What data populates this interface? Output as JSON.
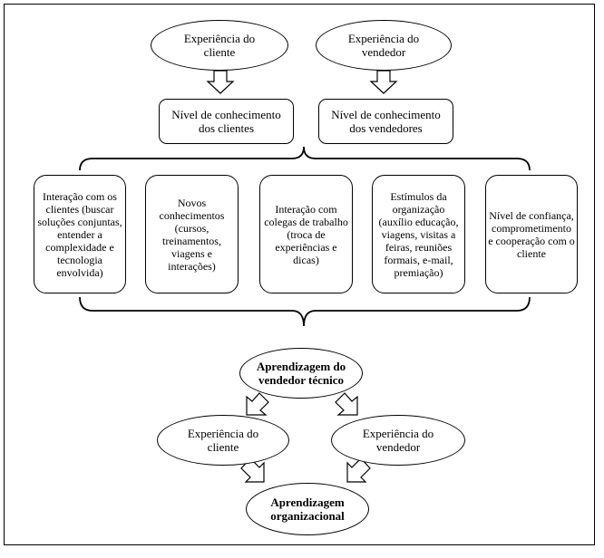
{
  "diagram": {
    "top": {
      "client_experience": "Experiência do cliente",
      "seller_experience": "Experiência do vendedor",
      "client_knowledge": "Nível de conhecimento dos clientes",
      "seller_knowledge": "Nível de conhecimento dos vendedores"
    },
    "factors": [
      "Interação com os clientes (buscar soluções conjuntas, entender a complexidade e tecnologia envolvida)",
      "Novos conhecimentos (cursos, treinamentos, viagens e interações)",
      "Interação com colegas de trabalho (troca de experiências e dicas)",
      "Estímulos da organização (auxílio educação, viagens, visitas a feiras, reuniões formais, e-mail, premiação)",
      "Nível de confiança, comprometimento e cooperação com o cliente"
    ],
    "bottom": {
      "technical_learning": "Aprendizagem do vendedor técnico",
      "client_experience": "Experiência do cliente",
      "seller_experience": "Experiência do vendedor",
      "organizational_learning": "Aprendizagem organizacional"
    }
  }
}
